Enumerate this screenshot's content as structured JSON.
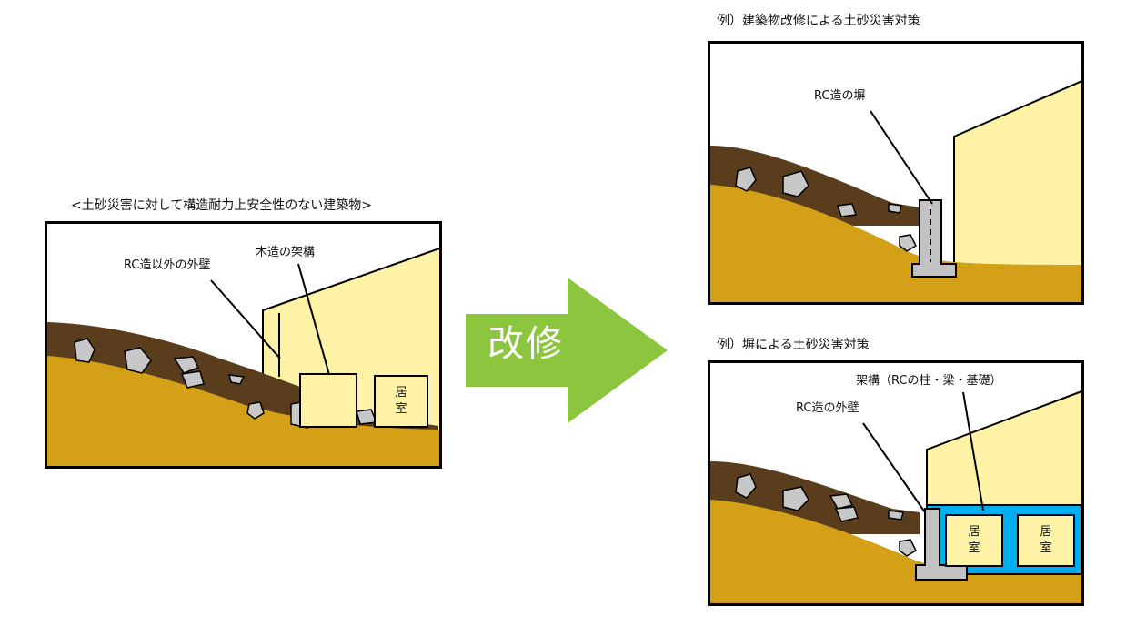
{
  "left": {
    "caption": "<土砂災害に対して構造耐力上安全性のない建築物>",
    "label_wall": "RC造以外の外壁",
    "label_frame": "木造の架構",
    "room_line1": "居",
    "room_line2": "室"
  },
  "arrow": {
    "text": "改修"
  },
  "top_right": {
    "caption": "例）建築物改修による土砂災害対策",
    "label_wall": "RC造の塀"
  },
  "bottom_right": {
    "caption": "例）塀による土砂災害対策",
    "label_frame": "架構（RCの柱・梁・基礎）",
    "label_wall": "RC造の外壁",
    "room1_line1": "居",
    "room1_line2": "室",
    "room2_line1": "居",
    "room2_line2": "室"
  },
  "colors": {
    "soil": "#d4a017",
    "debris": "#5a3d1c",
    "building": "#fdf2a6",
    "rock": "#c8c8c8",
    "concrete": "#c2c2c2",
    "rc_frame": "#00aeef",
    "arrow": "#8cc63f"
  }
}
